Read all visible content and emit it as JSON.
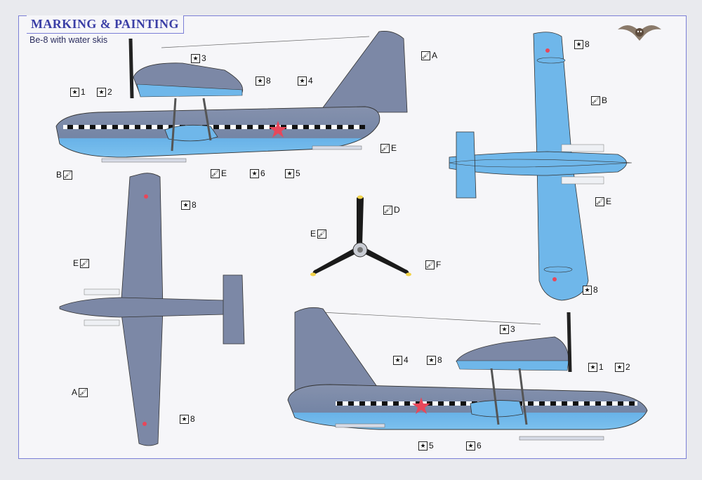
{
  "header": {
    "title": "MARKING & PAINTING",
    "subtitle": "Be-8 with water skis"
  },
  "colors": {
    "frame": "#7b7fd6",
    "title": "#3b3fa6",
    "upper_grey": "#7d8aa6",
    "underside_blue": "#6fb7ea",
    "star_red": "#e8475a"
  },
  "callouts": [
    {
      "id": "side1-A",
      "icon": "paint-icon",
      "text": "A"
    },
    {
      "id": "side1-3",
      "icon": "decal-icon",
      "text": "3"
    },
    {
      "id": "side1-1",
      "icon": "decal-icon",
      "text": "1"
    },
    {
      "id": "side1-2",
      "icon": "decal-icon",
      "text": "2"
    },
    {
      "id": "side1-8",
      "icon": "decal-icon",
      "text": "8"
    },
    {
      "id": "side1-4",
      "icon": "decal-icon",
      "text": "4"
    },
    {
      "id": "side1-E",
      "icon": "paint-icon",
      "text": "E"
    },
    {
      "id": "side1-B",
      "icon": "paint-icon",
      "text": "B"
    },
    {
      "id": "side1-E2",
      "icon": "paint-icon",
      "text": "E"
    },
    {
      "id": "side1-6",
      "icon": "decal-icon",
      "text": "6"
    },
    {
      "id": "side1-5",
      "icon": "decal-icon",
      "text": "5"
    },
    {
      "id": "top-8",
      "icon": "decal-icon",
      "text": "8"
    },
    {
      "id": "top-B",
      "icon": "paint-icon",
      "text": "B"
    },
    {
      "id": "top-E",
      "icon": "paint-icon",
      "text": "E"
    },
    {
      "id": "top-8b",
      "icon": "decal-icon",
      "text": "8"
    },
    {
      "id": "bottom-8",
      "icon": "decal-icon",
      "text": "8"
    },
    {
      "id": "bottom-E",
      "icon": "paint-icon",
      "text": "E"
    },
    {
      "id": "bottom-A",
      "icon": "paint-icon",
      "text": "A"
    },
    {
      "id": "bottom-8b",
      "icon": "decal-icon",
      "text": "8"
    },
    {
      "id": "prop-D",
      "icon": "paint-icon",
      "text": "D"
    },
    {
      "id": "prop-E",
      "icon": "paint-icon",
      "text": "E"
    },
    {
      "id": "prop-F",
      "icon": "paint-icon",
      "text": "F"
    },
    {
      "id": "side2-3",
      "icon": "decal-icon",
      "text": "3"
    },
    {
      "id": "side2-4",
      "icon": "decal-icon",
      "text": "4"
    },
    {
      "id": "side2-8",
      "icon": "decal-icon",
      "text": "8"
    },
    {
      "id": "side2-1",
      "icon": "decal-icon",
      "text": "1"
    },
    {
      "id": "side2-2",
      "icon": "decal-icon",
      "text": "2"
    },
    {
      "id": "side2-5",
      "icon": "decal-icon",
      "text": "5"
    },
    {
      "id": "side2-6",
      "icon": "decal-icon",
      "text": "6"
    }
  ]
}
